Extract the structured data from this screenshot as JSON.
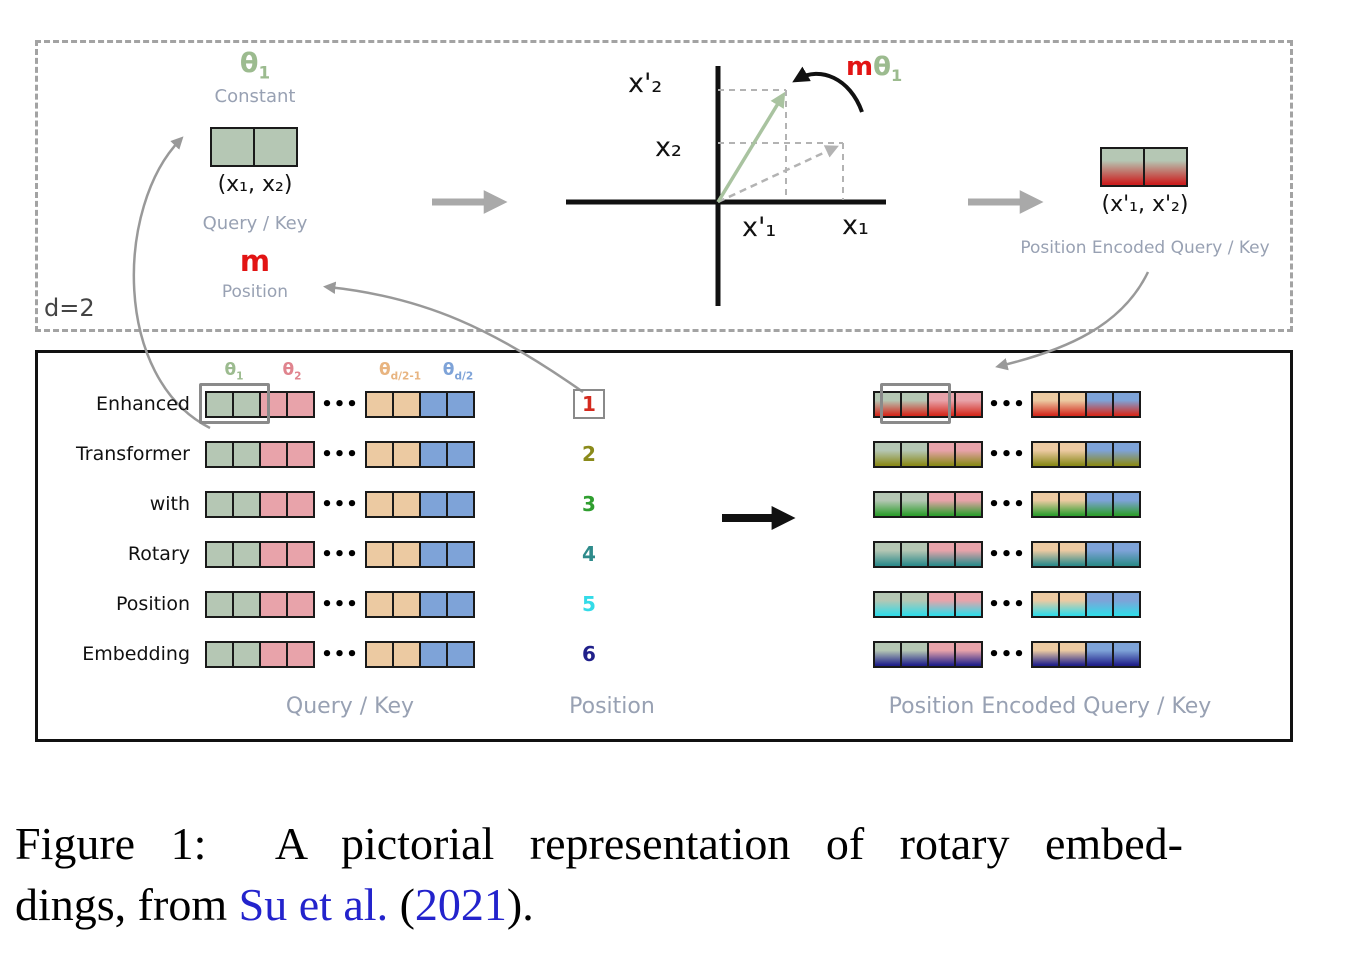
{
  "top_panel": {
    "d_label": "d=2",
    "theta": {
      "base": "θ",
      "sub": "1",
      "caption": "Constant"
    },
    "qk": {
      "vector": "(x₁, x₂)",
      "caption": "Query / Key"
    },
    "qk_color": "#b5c7b4",
    "m": {
      "label": "m",
      "caption": "Position"
    },
    "rotation": {
      "m": "m",
      "theta_base": "θ",
      "theta_sub": "1"
    },
    "axes": {
      "x2_prime": "x'₂",
      "x2": "x₂",
      "x1_prime": "x'₁",
      "x1": "x₁"
    },
    "encoded": {
      "vector": "(x'₁, x'₂)",
      "caption": "Position Encoded Query / Key"
    },
    "encoded_gradient": [
      "#b5c7b4",
      "#cc2020"
    ]
  },
  "bottom_panel": {
    "theta_headers": [
      {
        "base": "θ",
        "sub": "1",
        "color": "#9cbb8f"
      },
      {
        "base": "θ",
        "sub": "2",
        "color": "#e0848e"
      },
      {
        "base": "θ",
        "sub": "d/2-1",
        "color": "#e8b480"
      },
      {
        "base": "θ",
        "sub": "d/2",
        "color": "#7ea3d8"
      }
    ],
    "cell_colors": [
      "#b5c7b4",
      "#e8a3aa",
      "#eccaa2",
      "#7ea3d8"
    ],
    "dots": "•••",
    "rows": [
      {
        "word": "Enhanced",
        "position": "1",
        "color": "#d42a1e",
        "boxed": true
      },
      {
        "word": "Transformer",
        "position": "2",
        "color": "#8a8a1a",
        "boxed": false
      },
      {
        "word": "with",
        "position": "3",
        "color": "#2f9e2f",
        "boxed": false
      },
      {
        "word": "Rotary",
        "position": "4",
        "color": "#2e8b8b",
        "boxed": false
      },
      {
        "word": "Position",
        "position": "5",
        "color": "#33dbe8",
        "boxed": false
      },
      {
        "word": "Embedding",
        "position": "6",
        "color": "#20208a",
        "boxed": false
      }
    ],
    "labels": {
      "qk": "Query / Key",
      "position": "Position",
      "encoded": "Position Encoded Query / Key"
    }
  },
  "caption": {
    "line1": "Figure 1:  A pictorial representation of rotary embed-",
    "line2_pre": "dings, from ",
    "line2_link1": "Su et al.",
    "line2_mid": " (",
    "line2_link2": "2021",
    "line2_post": ")."
  }
}
